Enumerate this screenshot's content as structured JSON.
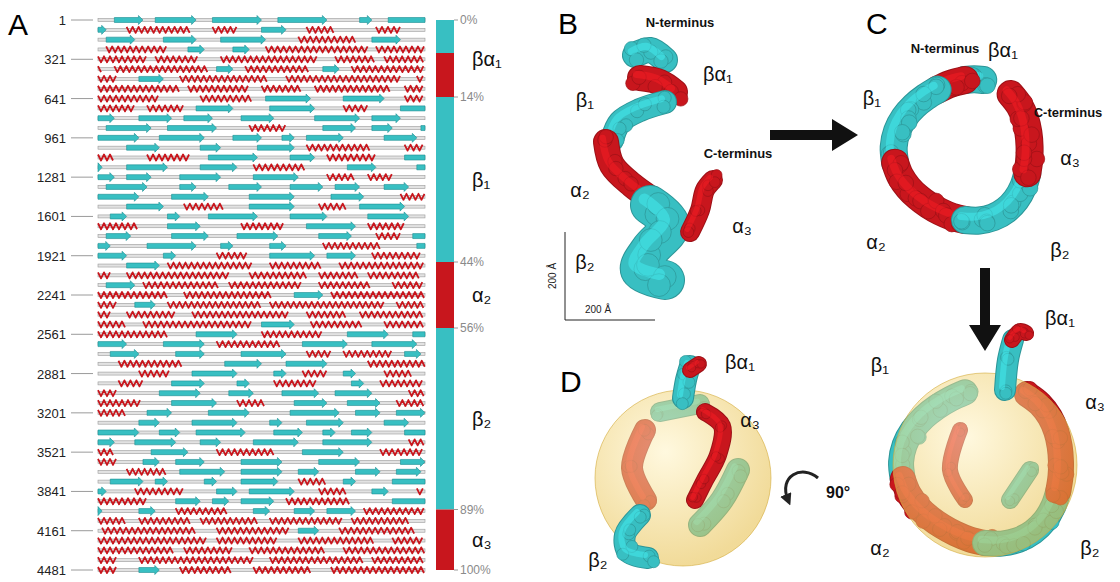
{
  "diagram": {
    "labels": [
      "A",
      "1",
      "321",
      "641",
      "961",
      "1281",
      "1601",
      "1921",
      "2241",
      "2561",
      "2881",
      "3201",
      "3521",
      "3841",
      "4161",
      "4481",
      "0%",
      "14%",
      "44%",
      "56%",
      "89%",
      "100%",
      "βα₁",
      "β₁",
      "α₂",
      "β₂",
      "α₃",
      "B",
      "N-terminus",
      "βα₁",
      "β₁",
      "α₂",
      "C-terminus",
      "β₂",
      "α₃",
      "200 Å",
      "200 Å",
      "C",
      "N-terminus",
      "βα₁",
      "C-terminus",
      "β₁",
      "α₃",
      "α₂",
      "β₂",
      "D",
      "βα₁",
      "α₃",
      "β₂",
      "90°",
      "βα₁",
      "β₁",
      "α₃",
      "α₂",
      "β₂"
    ]
  }
}
